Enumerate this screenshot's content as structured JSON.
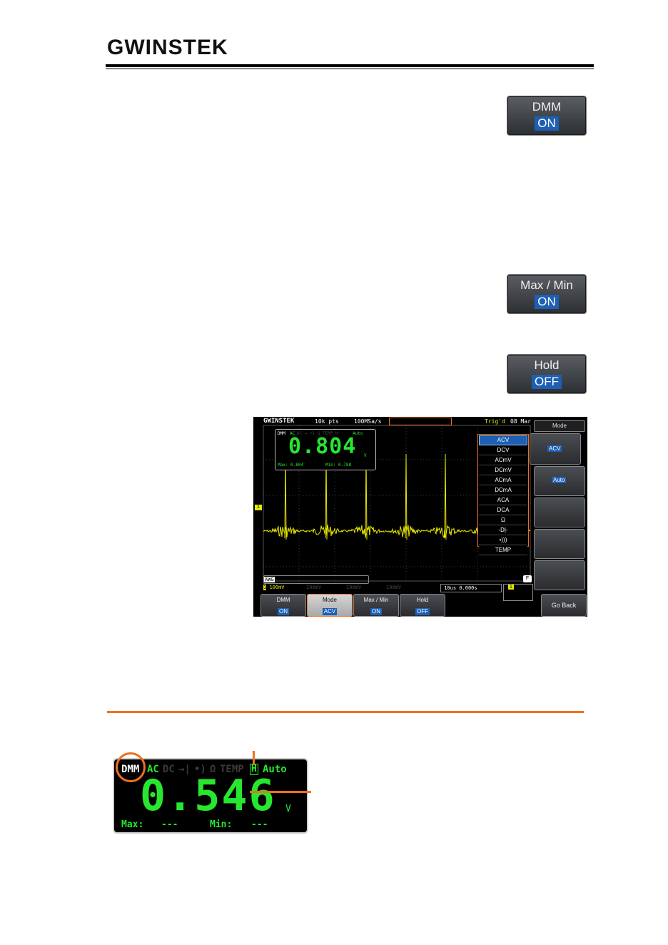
{
  "header": {
    "logo": "GWINSTEK"
  },
  "softkeys": {
    "dmm": {
      "title": "DMM",
      "value": "ON"
    },
    "maxmin": {
      "title": "Max / Min",
      "value": "ON"
    },
    "hold": {
      "title": "Hold",
      "value": "OFF"
    }
  },
  "scope": {
    "topbar": {
      "logo": "GWINSTEK",
      "points": "10k pts",
      "rate": "100MSa/s",
      "trig": "Trig'd",
      "time": "08 Mar"
    },
    "dmm_panel": {
      "label": "DMM",
      "mode_ac": "AC",
      "modes_dim": "DC → •) Ω TEMP H",
      "auto": "Auto",
      "reading": "0.804",
      "unit": "V",
      "max": "Max: 0.804",
      "min": "Min: 0.788"
    },
    "mode_list": {
      "items": [
        "ACV",
        "DCV",
        "ACmV",
        "DCmV",
        "ACmA",
        "DCmA",
        "ACA",
        "DCA",
        "Ω",
        "-D|-",
        "•)))",
        "TEMP"
      ],
      "selected": "ACV"
    },
    "right_menu": {
      "header": "Mode",
      "mode_value": "ACV",
      "auto_value": "Auto",
      "go_back": "Go Back"
    },
    "status": {
      "awg": "AWG",
      "ch1": "100mV",
      "ch2": "100mV",
      "ch3": "100mV",
      "ch4": "100mV",
      "timebase": "10us",
      "pos": "0.000s",
      "f_label": "F",
      "one_label": "1"
    },
    "bottom_menu": [
      {
        "title": "DMM",
        "value": "ON"
      },
      {
        "title": "Mode",
        "value": "ACV"
      },
      {
        "title": "Max / Min",
        "value": "ON"
      },
      {
        "title": "Hold",
        "value": "OFF"
      }
    ],
    "marker": "1"
  },
  "zoom": {
    "dmm_label": "DMM",
    "ac": "AC",
    "dc": "DC",
    "diode": "→|",
    "cont": "•)",
    "ohm": "Ω",
    "temp": "TEMP",
    "hold": "H",
    "auto": "Auto",
    "reading": "0.546",
    "unit": "V",
    "max_label": "Max:",
    "max_value": "---",
    "min_label": "Min:",
    "min_value": "---"
  },
  "colors": {
    "accent_orange": "#f0701d",
    "lcd_green": "#27e62e",
    "highlight_blue": "#1d5fb4",
    "scope_yellow": "#e6e600"
  }
}
